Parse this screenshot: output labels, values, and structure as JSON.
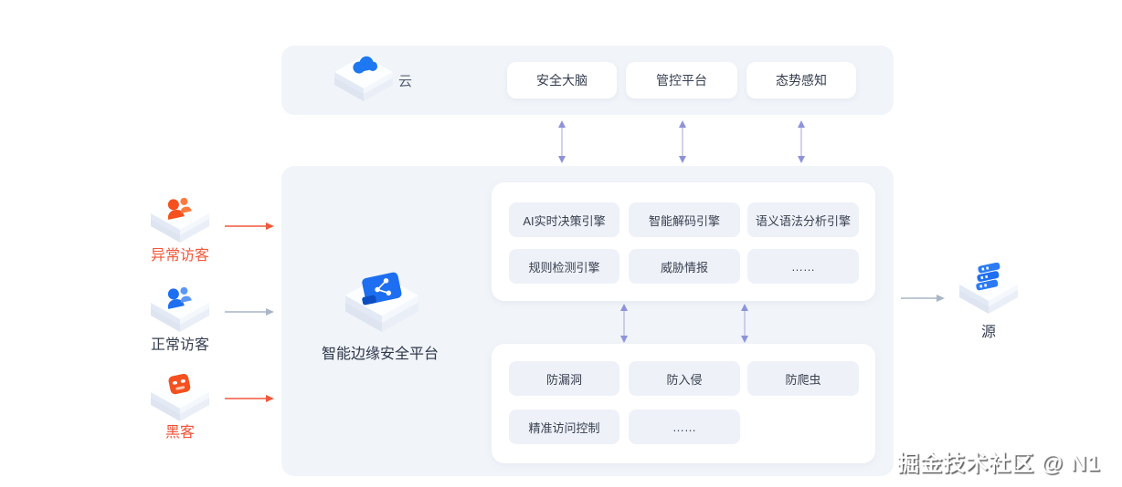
{
  "watermark": {
    "text": "掘金技术社区 @ N1"
  },
  "colors": {
    "panel_bg": "#f1f4f9",
    "card_bg": "#ffffff",
    "chip_bg": "#eef1f8",
    "text_dark": "#363e50",
    "text_medium": "#5a6374",
    "blue": "#1d6ef0",
    "orange": "#f1583a",
    "arrow_gray": "#a9b6c6",
    "arrow_lavender_line": "#b8b9df",
    "arrow_lavender_head": "#8e93d8"
  },
  "cloud_section": {
    "icon": "cloud-platform-icon",
    "label": "云",
    "buttons": [
      {
        "label": "安全大脑"
      },
      {
        "label": "管控平台"
      },
      {
        "label": "态势感知"
      }
    ]
  },
  "edge_platform": {
    "icon": "edge-chip-platform-icon",
    "label": "智能边缘安全平台",
    "engine_chips": [
      "AI实时决策引擎",
      "智能解码引擎",
      "语义语法分析引擎",
      "规则检测引擎",
      "威胁情报",
      "……"
    ],
    "protection_chips": [
      "防漏洞",
      "防入侵",
      "防爬虫",
      "精准访问控制",
      "……"
    ]
  },
  "visitors": [
    {
      "label": "异常访客",
      "type": "abnormal"
    },
    {
      "label": "正常访客",
      "type": "normal"
    },
    {
      "label": "黑客",
      "type": "hacker"
    }
  ],
  "source": {
    "label": "源"
  }
}
